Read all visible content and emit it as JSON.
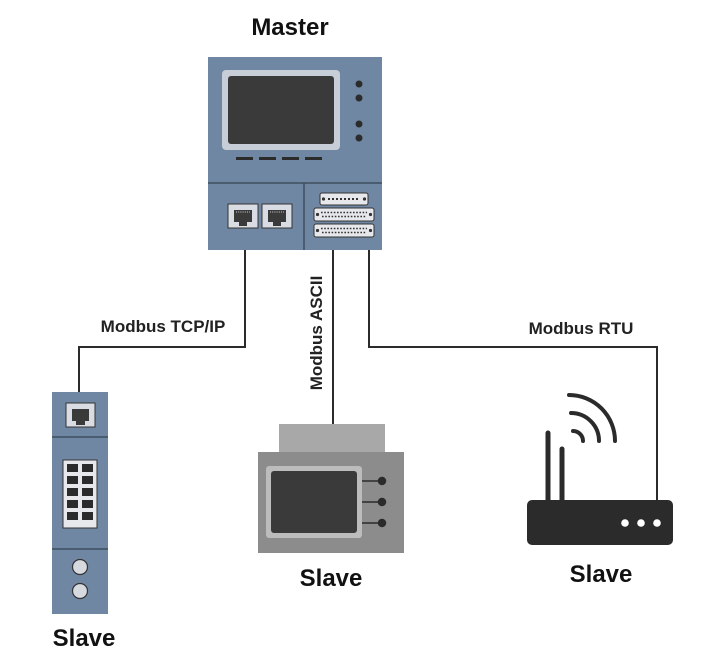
{
  "master": {
    "title": "Master"
  },
  "links": {
    "tcp": "Modbus TCP/IP",
    "ascii": "Modbus ASCII",
    "rtu": "Modbus RTU"
  },
  "slaves": {
    "left": "Slave",
    "center": "Slave",
    "right": "Slave"
  },
  "colors": {
    "master_body": "#6f87a3",
    "master_screen": "#3a3a3a",
    "din_device": "#6f87a3",
    "hmi_body": "#8c8c8c",
    "router": "#2b2b2b",
    "wire": "#2b2b2b"
  }
}
